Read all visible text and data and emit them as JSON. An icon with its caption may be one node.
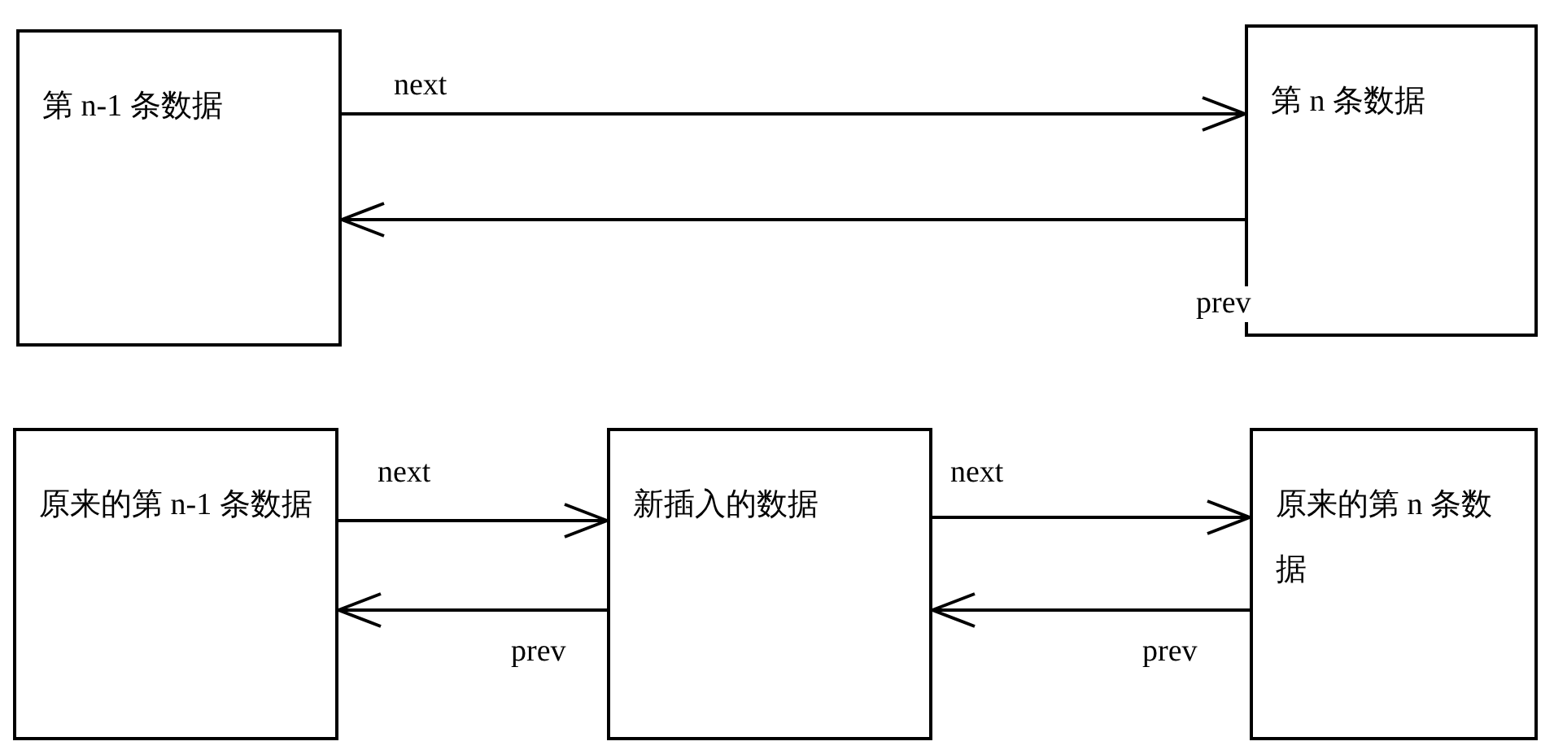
{
  "diagram": {
    "nodes": [
      {
        "text": [
          "第 n-1 条数据"
        ]
      },
      {
        "text": [
          "第 n 条数据"
        ]
      },
      {
        "text": [
          "原来的第 n-1 条数据"
        ]
      },
      {
        "text": [
          "新插入的数据"
        ]
      },
      {
        "text": [
          "原来的第 n 条数据"
        ]
      }
    ],
    "edges": [
      {
        "from": 0,
        "to": 1,
        "arrow": "to",
        "label": "next"
      },
      {
        "from": 1,
        "to": 0,
        "arrow": "to",
        "label": "prev"
      },
      {
        "from": 2,
        "to": 3,
        "arrow": "to",
        "label": "next"
      },
      {
        "from": 3,
        "to": 2,
        "arrow": "to",
        "label": "prev"
      },
      {
        "from": 3,
        "to": 4,
        "arrow": "to",
        "label": "next"
      },
      {
        "from": 4,
        "to": 3,
        "arrow": "to",
        "label": "prev"
      }
    ]
  }
}
